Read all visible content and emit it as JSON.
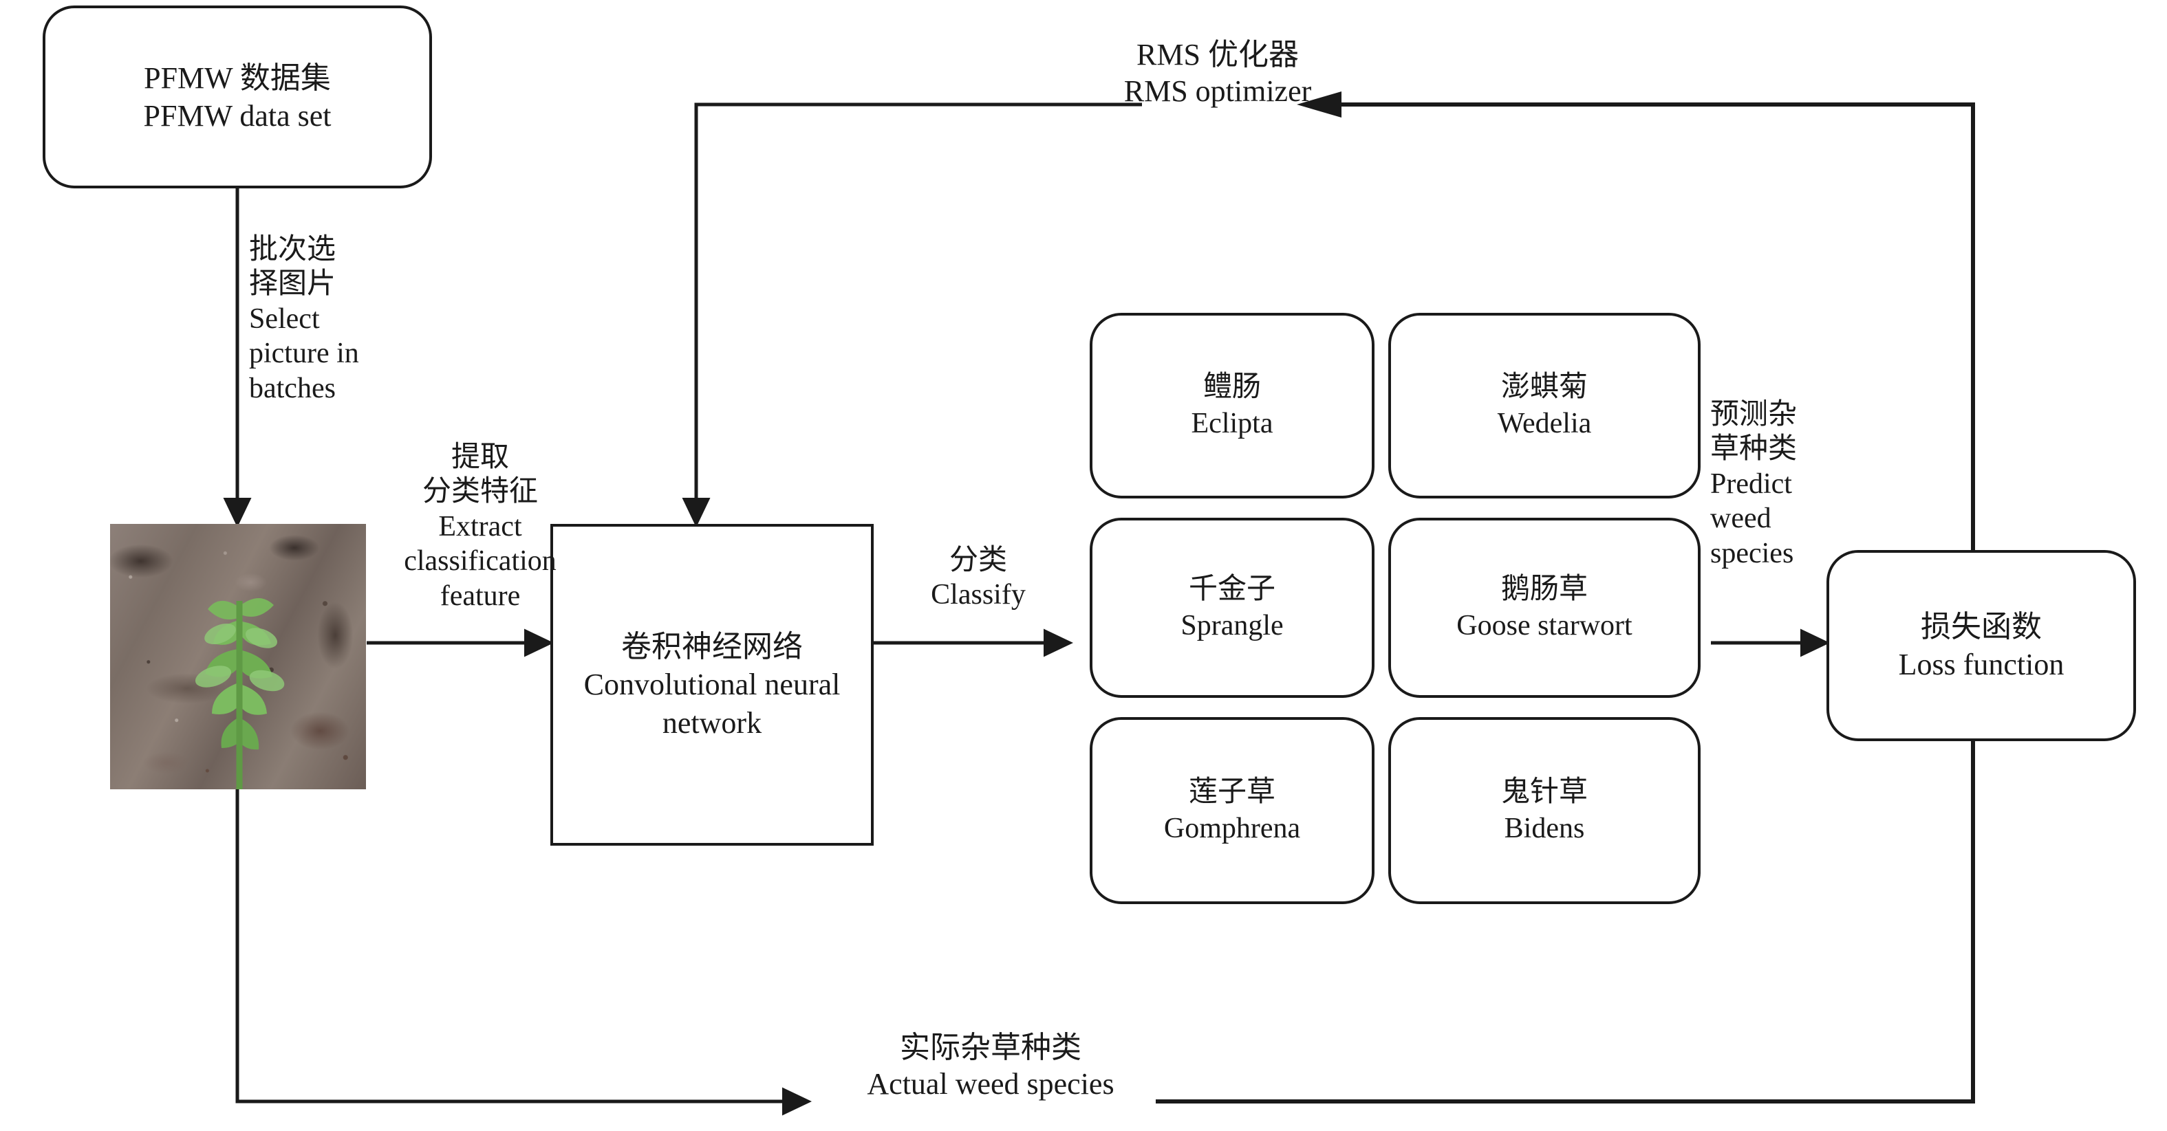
{
  "diagram": {
    "title_nodes": {
      "dataset": {
        "zh": "PFMW 数据集",
        "en": "PFMW data set"
      },
      "cnn": {
        "zh": "卷积神经网络",
        "en": "Convolutional neural network"
      },
      "loss": {
        "zh": "损失函数",
        "en": "Loss function"
      }
    },
    "species": [
      {
        "zh": "鳢肠",
        "en": "Eclipta"
      },
      {
        "zh": "澎蜞菊",
        "en": "Wedelia"
      },
      {
        "zh": "千金子",
        "en": "Sprangle"
      },
      {
        "zh": "鹅肠草",
        "en": "Goose starwort"
      },
      {
        "zh": "莲子草",
        "en": "Gomphrena"
      },
      {
        "zh": "鬼针草",
        "en": "Bidens"
      }
    ],
    "edge_labels": {
      "select_batches": "批次选\n择图片\nSelect\npicture in\nbatches",
      "extract_feature": "提取\n分类特征\nExtract\nclassification\nfeature",
      "classify": "分类\nClassify",
      "predict_weed": "预测杂\n草种类\nPredict\nweed\nspecies",
      "rms_optimizer": "RMS 优化器\nRMS optimizer",
      "actual_weed": "实际杂草种类\nActual weed species"
    },
    "image_caption": "weed-sample-photo",
    "colors": {
      "stroke": "#1a1a1a",
      "background": "#ffffff"
    }
  }
}
